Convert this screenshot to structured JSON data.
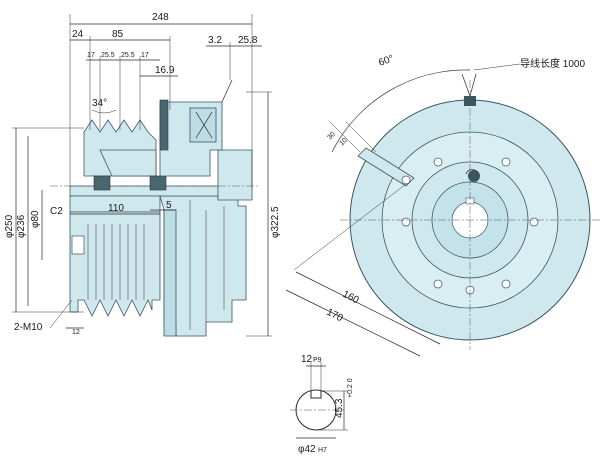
{
  "side_view": {
    "dim_overall_length": "248",
    "dim_24": "24",
    "dim_85": "85",
    "dim_17a": "17",
    "dim_25_5a": "25.5",
    "dim_25_5b": "25.5",
    "dim_17b": "17",
    "dim_16_9": "16.9",
    "dim_3_2": "3.2",
    "dim_25_8": "25.8",
    "dim_angle_34": "34°",
    "dim_c2": "C2",
    "dim_110": "110",
    "dim_5": "5",
    "dim_dia_250": "φ250",
    "dim_dia_236": "φ236",
    "dim_dia_80": "φ80",
    "dim_dia_322_5": "φ322.5",
    "dim_2_m10": "2-M10",
    "dim_12": "12"
  },
  "front_view": {
    "dim_angle_60": "60°",
    "dim_30": "30",
    "dim_10": "10",
    "lead_wire_label": "导线长度 1000",
    "dim_160": "160",
    "dim_170": "170"
  },
  "keyway_detail": {
    "dim_12_p9": "12",
    "dim_12_p9_tol": "P9",
    "dim_45_3": "45.3",
    "dim_45_3_tol": "+0.2 0",
    "dim_dia_42": "φ42",
    "dim_dia_42_tol": "H7"
  },
  "colors": {
    "body_fill": "#cfe8ee",
    "outline": "#3a5560"
  }
}
